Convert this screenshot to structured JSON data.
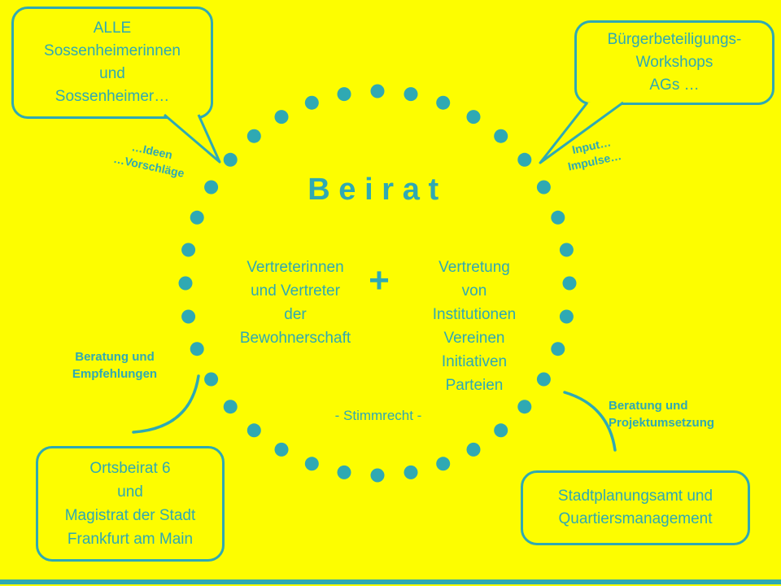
{
  "colors": {
    "background": "#FDFD00",
    "teal": "#2FA9B3"
  },
  "center": {
    "title": "Beirat",
    "plus": "+",
    "left_block": [
      "Vertreterinnen",
      "und Vertreter",
      "der",
      "Bewohnerschaft"
    ],
    "right_block": [
      "Vertretung",
      "von",
      "Institutionen",
      "Vereinen",
      "Initiativen",
      "Parteien"
    ],
    "footnote": "- Stimmrecht -"
  },
  "callouts": {
    "top_left": {
      "lines": [
        "ALLE",
        "Sossenheimerinnen",
        "und",
        "Sossenheimer…"
      ]
    },
    "top_right": {
      "lines": [
        "Bürgerbeteiligungs-",
        "Workshops",
        "AGs …"
      ]
    },
    "bottom_left": {
      "lines": [
        "Ortsbeirat 6",
        "und",
        "Magistrat der Stadt",
        "Frankfurt am Main"
      ]
    },
    "bottom_right": {
      "lines": [
        "Stadtplanungsamt und",
        "Quartiersmanagement"
      ]
    }
  },
  "labels": {
    "ideas": [
      "…Ideen",
      "…Vorschläge"
    ],
    "input": [
      "Input…",
      "Impulse…"
    ],
    "advice_left": [
      "Beratung und",
      "Empfehlungen"
    ],
    "advice_right": [
      "Beratung und",
      "Projektumsetzung"
    ]
  }
}
